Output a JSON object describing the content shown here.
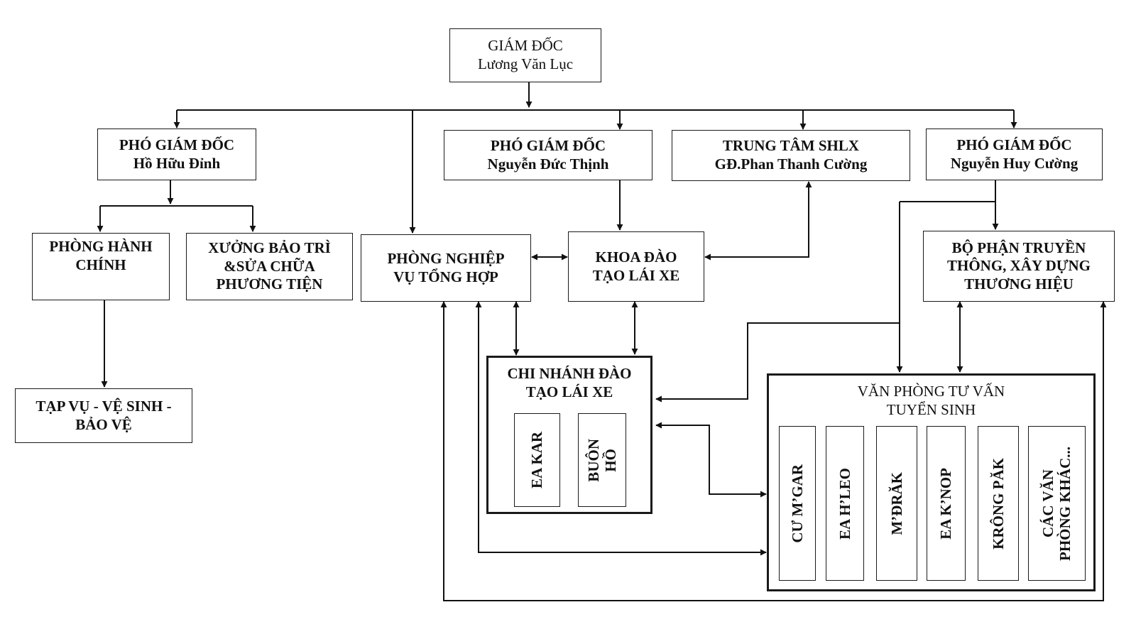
{
  "director": {
    "title": "GIÁM ĐỐC",
    "name": "Lương Văn Lục"
  },
  "deputy_1": {
    "title": "PHÓ GIÁM ĐỐC",
    "name": "Hồ Hữu Đỉnh"
  },
  "deputy_2": {
    "title": "PHÓ GIÁM ĐỐC",
    "name": "Nguyễn Đức Thịnh"
  },
  "shlx_center": {
    "title": "TRUNG TÂM SHLX",
    "name": "GĐ.Phan Thanh Cường"
  },
  "deputy_3": {
    "title": "PHÓ GIÁM ĐỐC",
    "name": "Nguyễn Huy Cường"
  },
  "admin_office": {
    "line1": "PHÒNG HÀNH",
    "line2": "CHÍNH"
  },
  "workshop": {
    "line1": "XƯỞNG BẢO TRÌ",
    "line2": "&SỬA CHỮA",
    "line3": "PHƯƠNG TIỆN"
  },
  "general_office": {
    "line1": "PHÒNG NGHIỆP",
    "line2": "VỤ TỔNG HỢP"
  },
  "training_faculty": {
    "line1": "KHOA ĐÀO",
    "line2": "TẠO LÁI XE"
  },
  "media_branding": {
    "line1": "BỘ PHẬN TRUYỀN",
    "line2": "THÔNG, XÂY DỰNG",
    "line3": "THƯƠNG HIỆU"
  },
  "services": {
    "line1": "TẠP VỤ - VỆ SINH -",
    "line2": "BẢO VỆ"
  },
  "branch": {
    "line1": "CHI NHÁNH ĐÀO",
    "line2": "TẠO LÁI XE",
    "units": [
      "EA KAR",
      "BUÔN\nHỒ"
    ]
  },
  "consulting": {
    "line1": "VĂN PHÒNG TƯ VẤN",
    "line2": "TUYỂN SINH",
    "units": [
      "CƯ M’GAR",
      "EA H’LEO",
      "M’ĐRĂK",
      "EA K’NOP",
      "KRÔNG PĂK",
      "CÁC VĂN\nPHÒNG KHÁC..."
    ]
  }
}
